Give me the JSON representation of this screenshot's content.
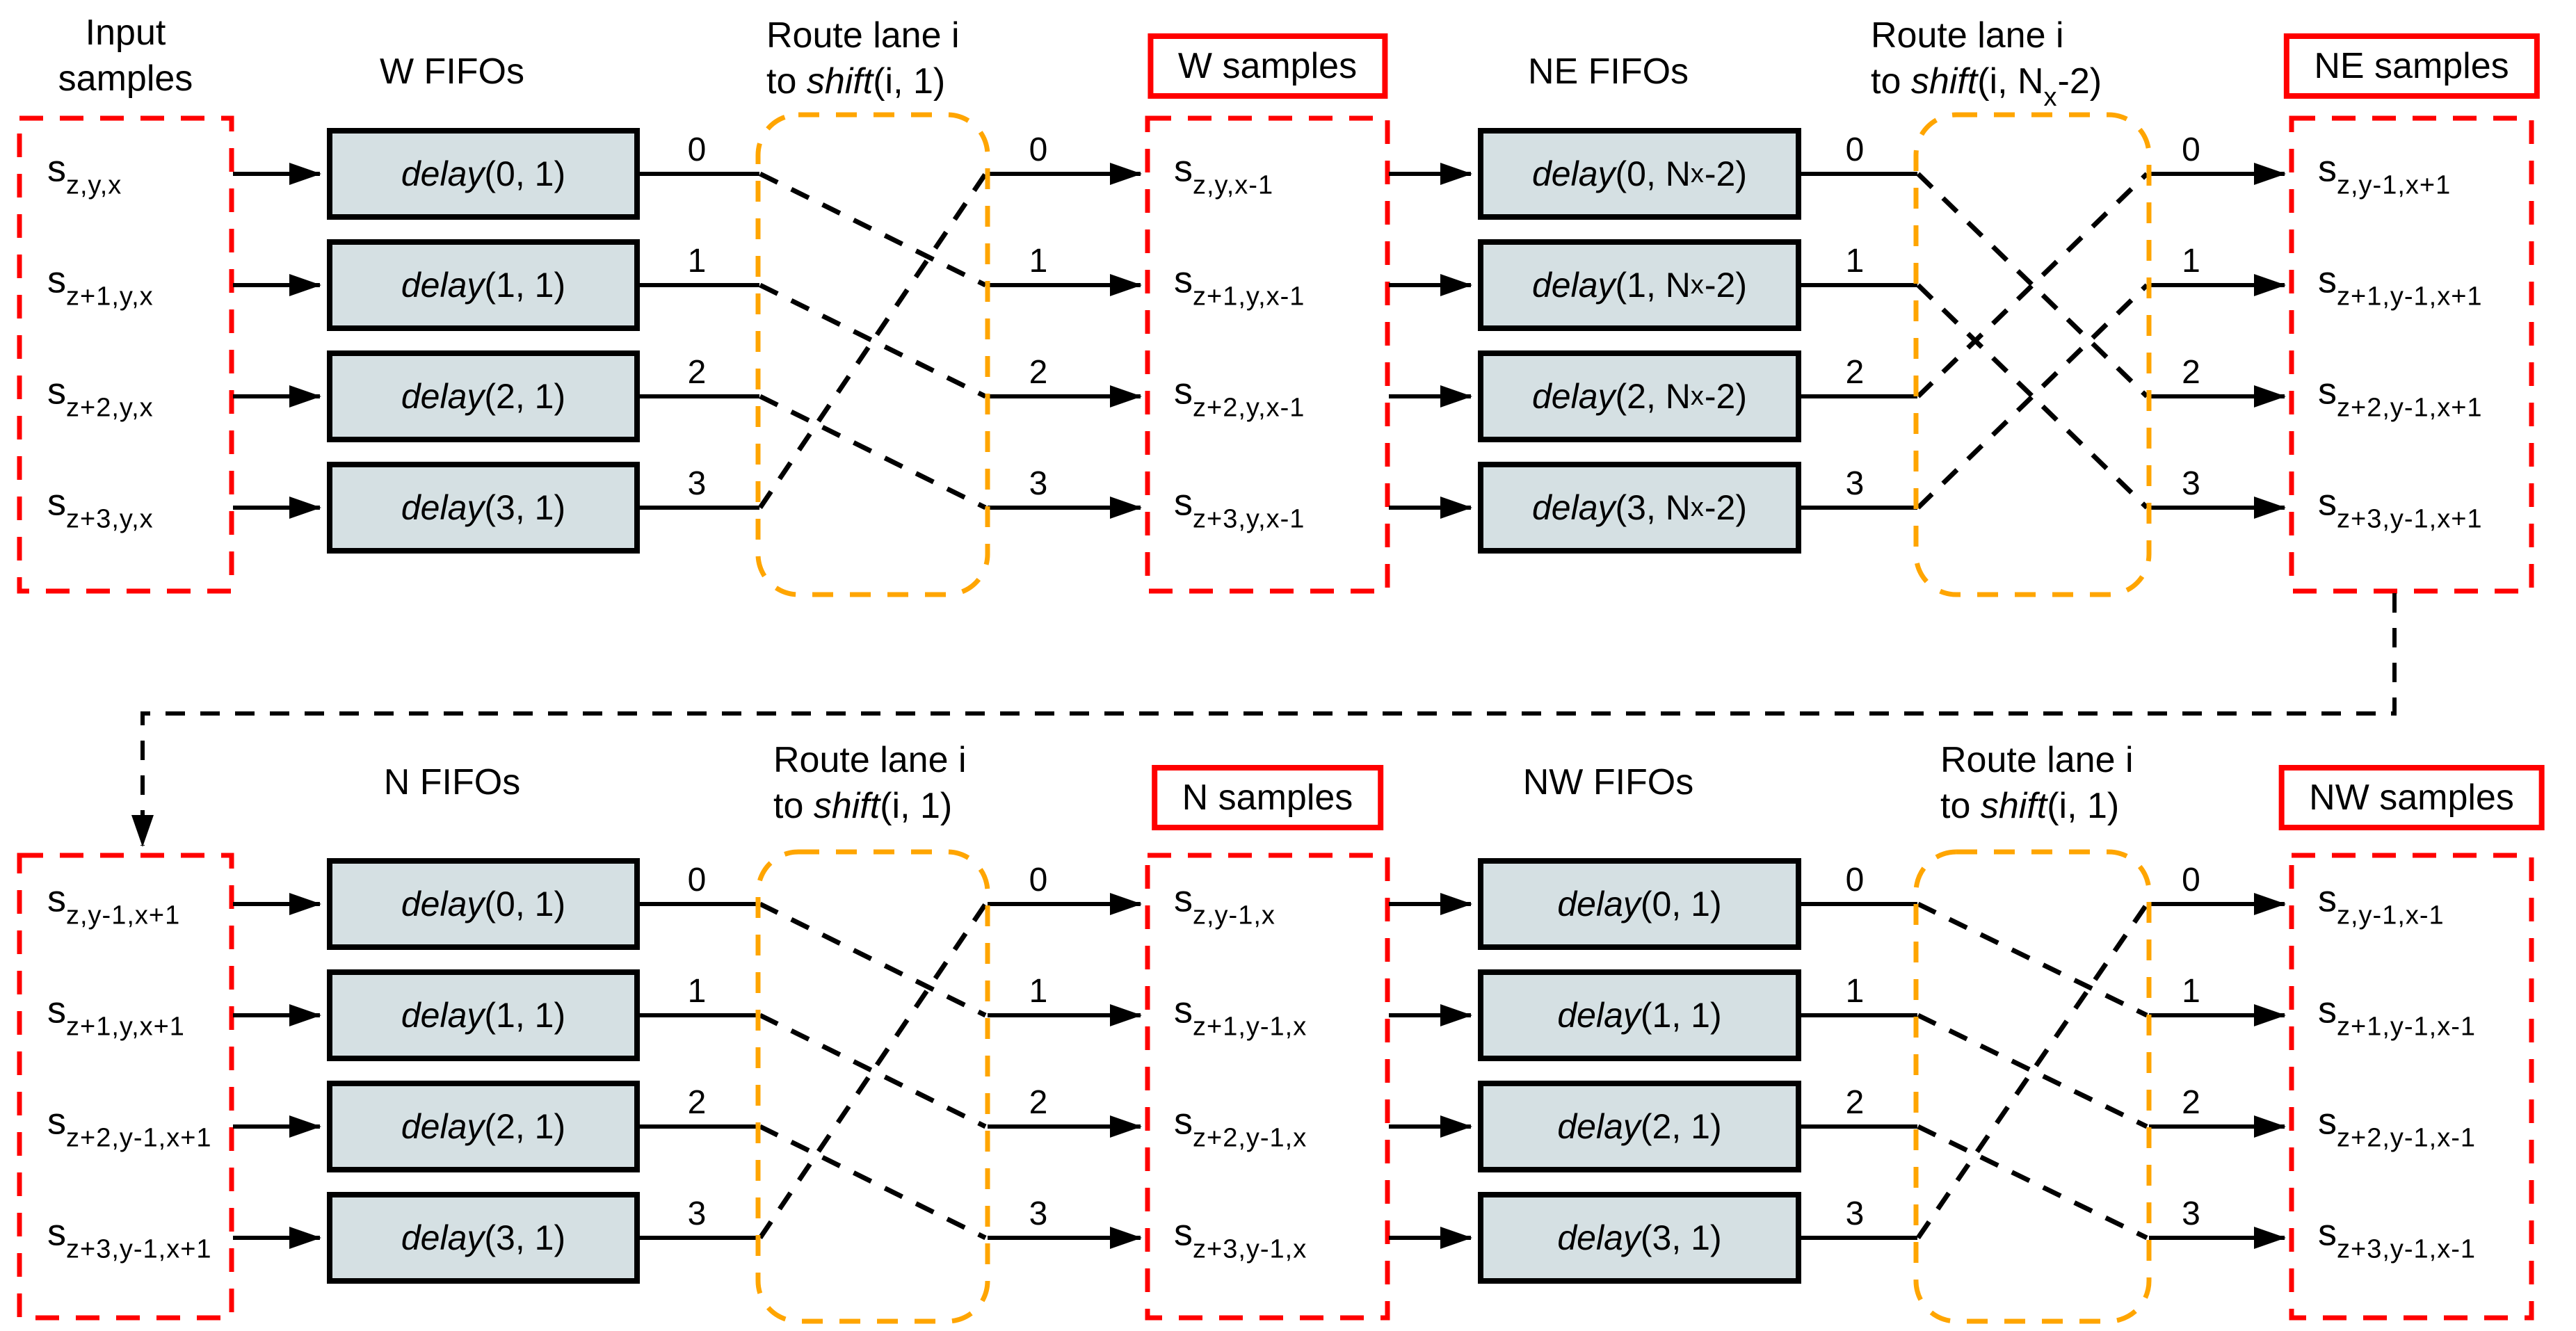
{
  "colors": {
    "red": "#ff0000",
    "orange": "#ffa500",
    "fifo_fill": "#d5e0e3",
    "wire": "#000000"
  },
  "lane_labels": [
    "0",
    "1",
    "2",
    "3"
  ],
  "rows": [
    {
      "source": {
        "title_lines": [
          "Input",
          "samples"
        ],
        "labels": [
          {
            "base": "s",
            "sub": "z,y,x"
          },
          {
            "base": "s",
            "sub": "z+1,y,x"
          },
          {
            "base": "s",
            "sub": "z+2,y,x"
          },
          {
            "base": "s",
            "sub": "z+3,y,x"
          }
        ]
      },
      "stages": [
        {
          "fifo_title": "W FIFOs",
          "delays": [
            {
              "it": "delay",
              "post": "(0, 1)"
            },
            {
              "it": "delay",
              "post": "(1, 1)"
            },
            {
              "it": "delay",
              "post": "(2, 1)"
            },
            {
              "it": "delay",
              "post": "(3, 1)"
            }
          ],
          "route_title": {
            "line1": "Route lane i",
            "line2": {
              "pre": "to ",
              "it": "shift",
              "post": "(i, 1)"
            }
          },
          "route_map": [
            1,
            2,
            3,
            0
          ],
          "out_title": "W samples",
          "out_labels": [
            {
              "base": "s",
              "sub": "z,y,x-1"
            },
            {
              "base": "s",
              "sub": "z+1,y,x-1"
            },
            {
              "base": "s",
              "sub": "z+2,y,x-1"
            },
            {
              "base": "s",
              "sub": "z+3,y,x-1"
            }
          ]
        },
        {
          "fifo_title": "NE FIFOs",
          "delays": [
            {
              "it": "delay",
              "post": "(0, N",
              "sub": "x",
              "post2": "-2)"
            },
            {
              "it": "delay",
              "post": "(1, N",
              "sub": "x",
              "post2": "-2)"
            },
            {
              "it": "delay",
              "post": "(2, N",
              "sub": "x",
              "post2": "-2)"
            },
            {
              "it": "delay",
              "post": "(3, N",
              "sub": "x",
              "post2": "-2)"
            }
          ],
          "route_title": {
            "line1": "Route lane i",
            "line2": {
              "pre": "to ",
              "it": "shift",
              "post": "(i, N",
              "sub": "x",
              "post2": "-2)"
            }
          },
          "route_map": [
            2,
            3,
            0,
            1
          ],
          "out_title": "NE samples",
          "out_labels": [
            {
              "base": "s",
              "sub": "z,y-1,x+1"
            },
            {
              "base": "s",
              "sub": "z+1,y-1,x+1"
            },
            {
              "base": "s",
              "sub": "z+2,y-1,x+1"
            },
            {
              "base": "s",
              "sub": "z+3,y-1,x+1"
            }
          ]
        }
      ]
    },
    {
      "source": {
        "labels": [
          {
            "base": "s",
            "sub": "z,y-1,x+1"
          },
          {
            "base": "s",
            "sub": "z+1,y,x+1"
          },
          {
            "base": "s",
            "sub": "z+2,y-1,x+1"
          },
          {
            "base": "s",
            "sub": "z+3,y-1,x+1"
          }
        ]
      },
      "stages": [
        {
          "fifo_title": "N FIFOs",
          "delays": [
            {
              "it": "delay",
              "post": "(0, 1)"
            },
            {
              "it": "delay",
              "post": "(1, 1)"
            },
            {
              "it": "delay",
              "post": "(2, 1)"
            },
            {
              "it": "delay",
              "post": "(3, 1)"
            }
          ],
          "route_title": {
            "line1": "Route lane i",
            "line2": {
              "pre": "to ",
              "it": "shift",
              "post": "(i, 1)"
            }
          },
          "route_map": [
            1,
            2,
            3,
            0
          ],
          "out_title": "N samples",
          "out_labels": [
            {
              "base": "s",
              "sub": "z,y-1,x"
            },
            {
              "base": "s",
              "sub": "z+1,y-1,x"
            },
            {
              "base": "s",
              "sub": "z+2,y-1,x"
            },
            {
              "base": "s",
              "sub": "z+3,y-1,x"
            }
          ]
        },
        {
          "fifo_title": "NW FIFOs",
          "delays": [
            {
              "it": "delay",
              "post": "(0, 1)"
            },
            {
              "it": "delay",
              "post": "(1, 1)"
            },
            {
              "it": "delay",
              "post": "(2, 1)"
            },
            {
              "it": "delay",
              "post": "(3, 1)"
            }
          ],
          "route_title": {
            "line1": "Route lane i",
            "line2": {
              "pre": "to ",
              "it": "shift",
              "post": "(i, 1)"
            }
          },
          "route_map": [
            1,
            2,
            3,
            0
          ],
          "out_title": "NW samples",
          "out_labels": [
            {
              "base": "s",
              "sub": "z,y-1,x-1"
            },
            {
              "base": "s",
              "sub": "z+1,y-1,x-1"
            },
            {
              "base": "s",
              "sub": "z+2,y-1,x-1"
            },
            {
              "base": "s",
              "sub": "z+3,y-1,x-1"
            }
          ]
        }
      ]
    }
  ]
}
